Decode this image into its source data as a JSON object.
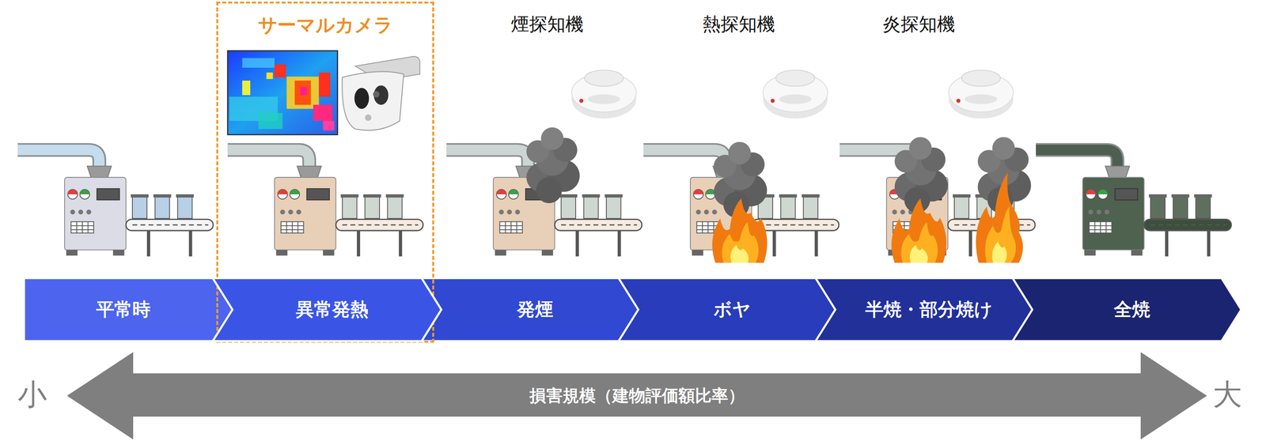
{
  "diagram": {
    "nodes": [
      {
        "text": [
          "平常時"
        ]
      },
      {
        "text": [
          "サーマルカメラ"
        ]
      },
      {
        "text": [
          "異常発熱"
        ],
        "in": 1
      },
      {
        "text": [
          "発煙"
        ]
      },
      {
        "text": [
          "ボヤ"
        ]
      },
      {
        "text": [
          "半焼・部分焼け"
        ]
      },
      {
        "text": [
          "全焼"
        ]
      },
      {
        "text": [
          "損害規模（建物評価額比率）"
        ]
      }
    ],
    "labels": [
      "煙探知機",
      "熱探知機",
      "炎探知機",
      "小",
      "大"
    ]
  }
}
